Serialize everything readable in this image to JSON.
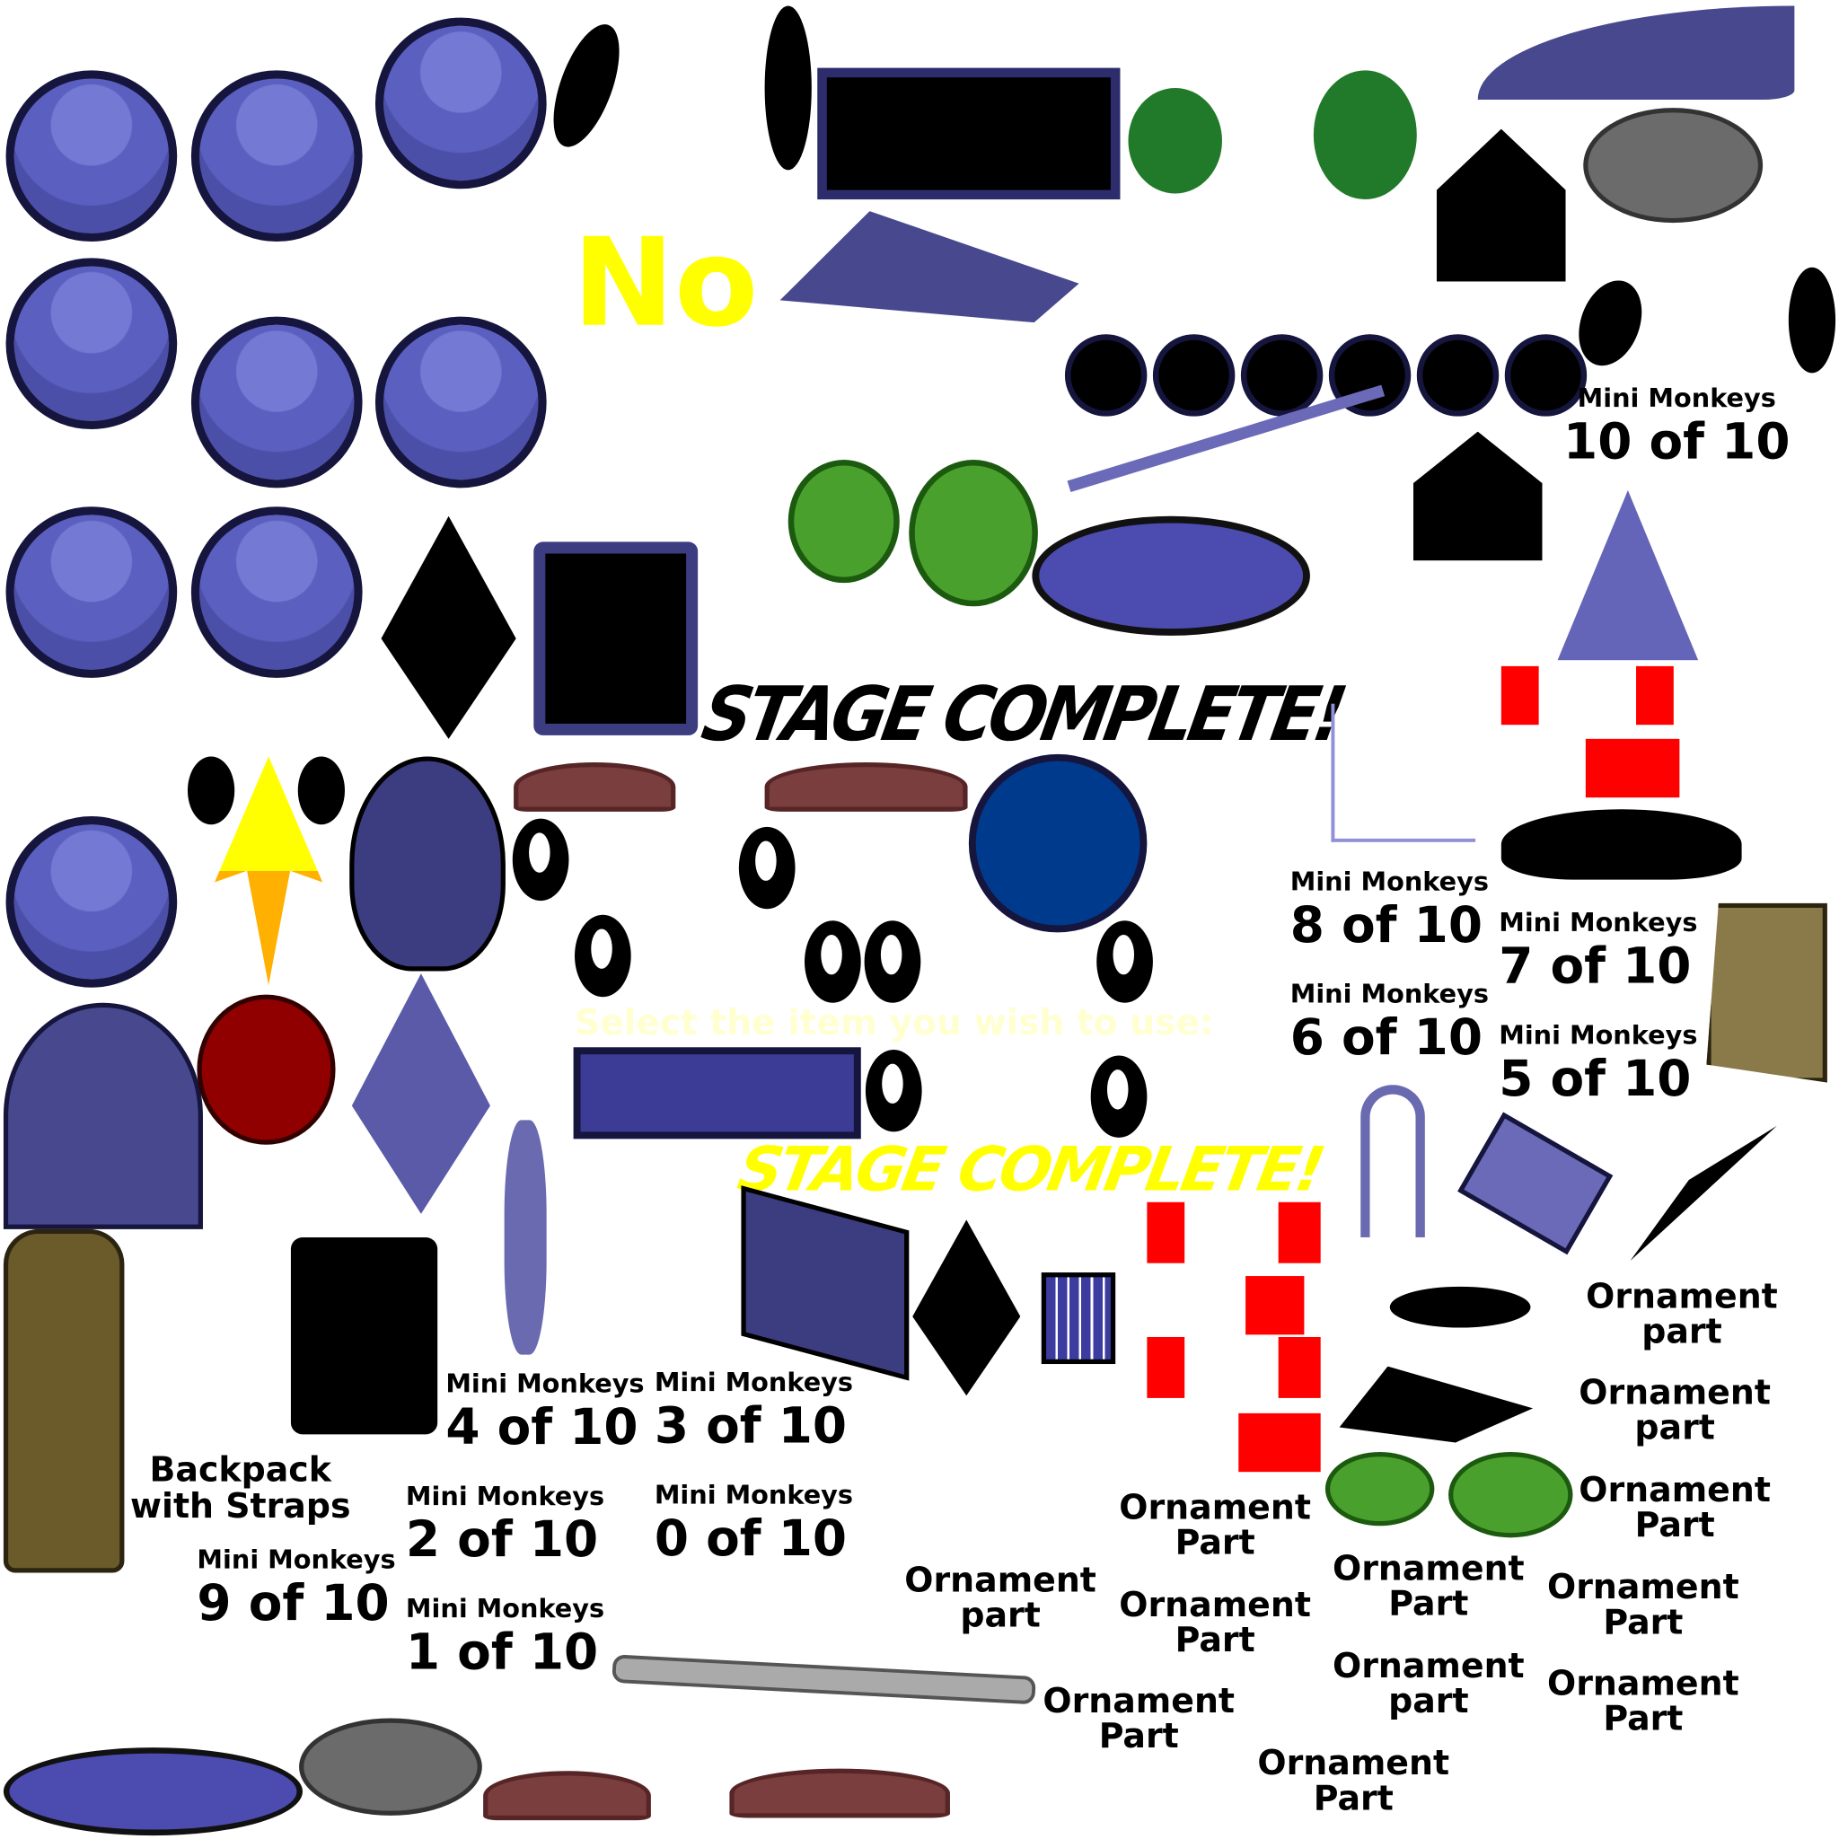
{
  "no_label": "No",
  "stage_complete_black": "STAGE COMPLETE!",
  "stage_complete_yellow": "STAGE COMPLETE!",
  "select_prompt": "Select the item you wish to use:",
  "backpack_label": "Backpack with Straps",
  "mini_monkeys": {
    "m10": {
      "title": "Mini Monkeys",
      "count": "10 of 10"
    },
    "m9": {
      "title": "Mini Monkeys",
      "count": "9 of 10"
    },
    "m8": {
      "title": "Mini Monkeys",
      "count": "8 of 10"
    },
    "m7": {
      "title": "Mini Monkeys",
      "count": "7 of 10"
    },
    "m6": {
      "title": "Mini Monkeys",
      "count": "6 of 10"
    },
    "m5": {
      "title": "Mini Monkeys",
      "count": "5 of 10"
    },
    "m4": {
      "title": "Mini Monkeys",
      "count": "4 of 10"
    },
    "m3": {
      "title": "Mini Monkeys",
      "count": "3 of 10"
    },
    "m2": {
      "title": "Mini Monkeys",
      "count": "2 of 10"
    },
    "m1": {
      "title": "Mini Monkeys",
      "count": "1 of 10"
    },
    "m0": {
      "title": "Mini Monkeys",
      "count": "0 of 10"
    }
  },
  "ornaments": [
    "Ornament part",
    "Ornament part",
    "Ornament Part",
    "Ornament Part",
    "Ornament Part",
    "Ornament Part",
    "Ornament part",
    "Ornament Part",
    "Ornament part",
    "Ornament Part",
    "Ornament Part",
    "Ornament Part"
  ],
  "colors": {
    "monkey_blue": "#5a5fc0",
    "outline": "#15153d",
    "yellow": "#ffff00",
    "red": "#ff0000",
    "green": "#4aa02c",
    "brow": "#7a3e3e"
  }
}
